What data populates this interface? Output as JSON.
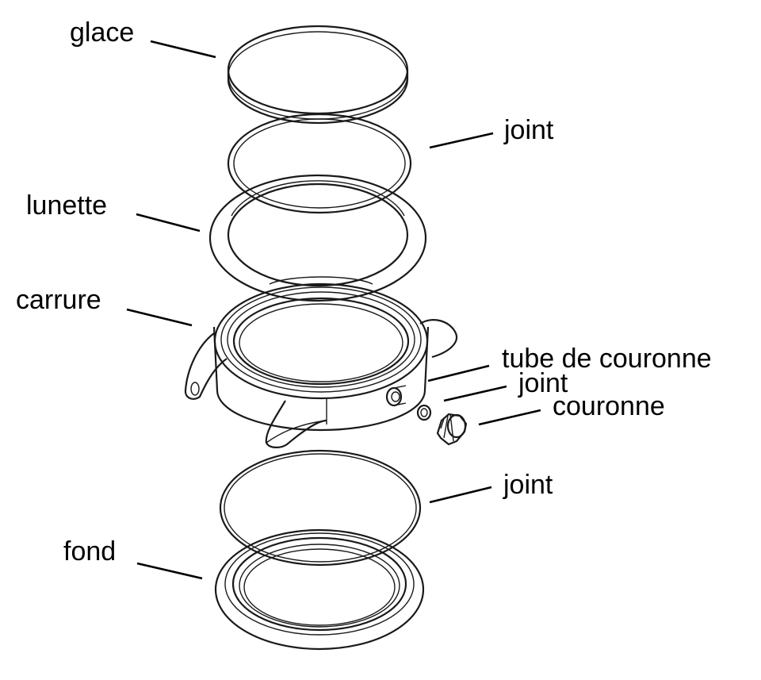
{
  "labels": {
    "glace": "glace",
    "joint_top": "joint",
    "lunette": "lunette",
    "carrure": "carrure",
    "tube": "tube de couronne",
    "joint_crown": "joint",
    "couronne": "couronne",
    "joint_bottom": "joint",
    "fond": "fond"
  }
}
